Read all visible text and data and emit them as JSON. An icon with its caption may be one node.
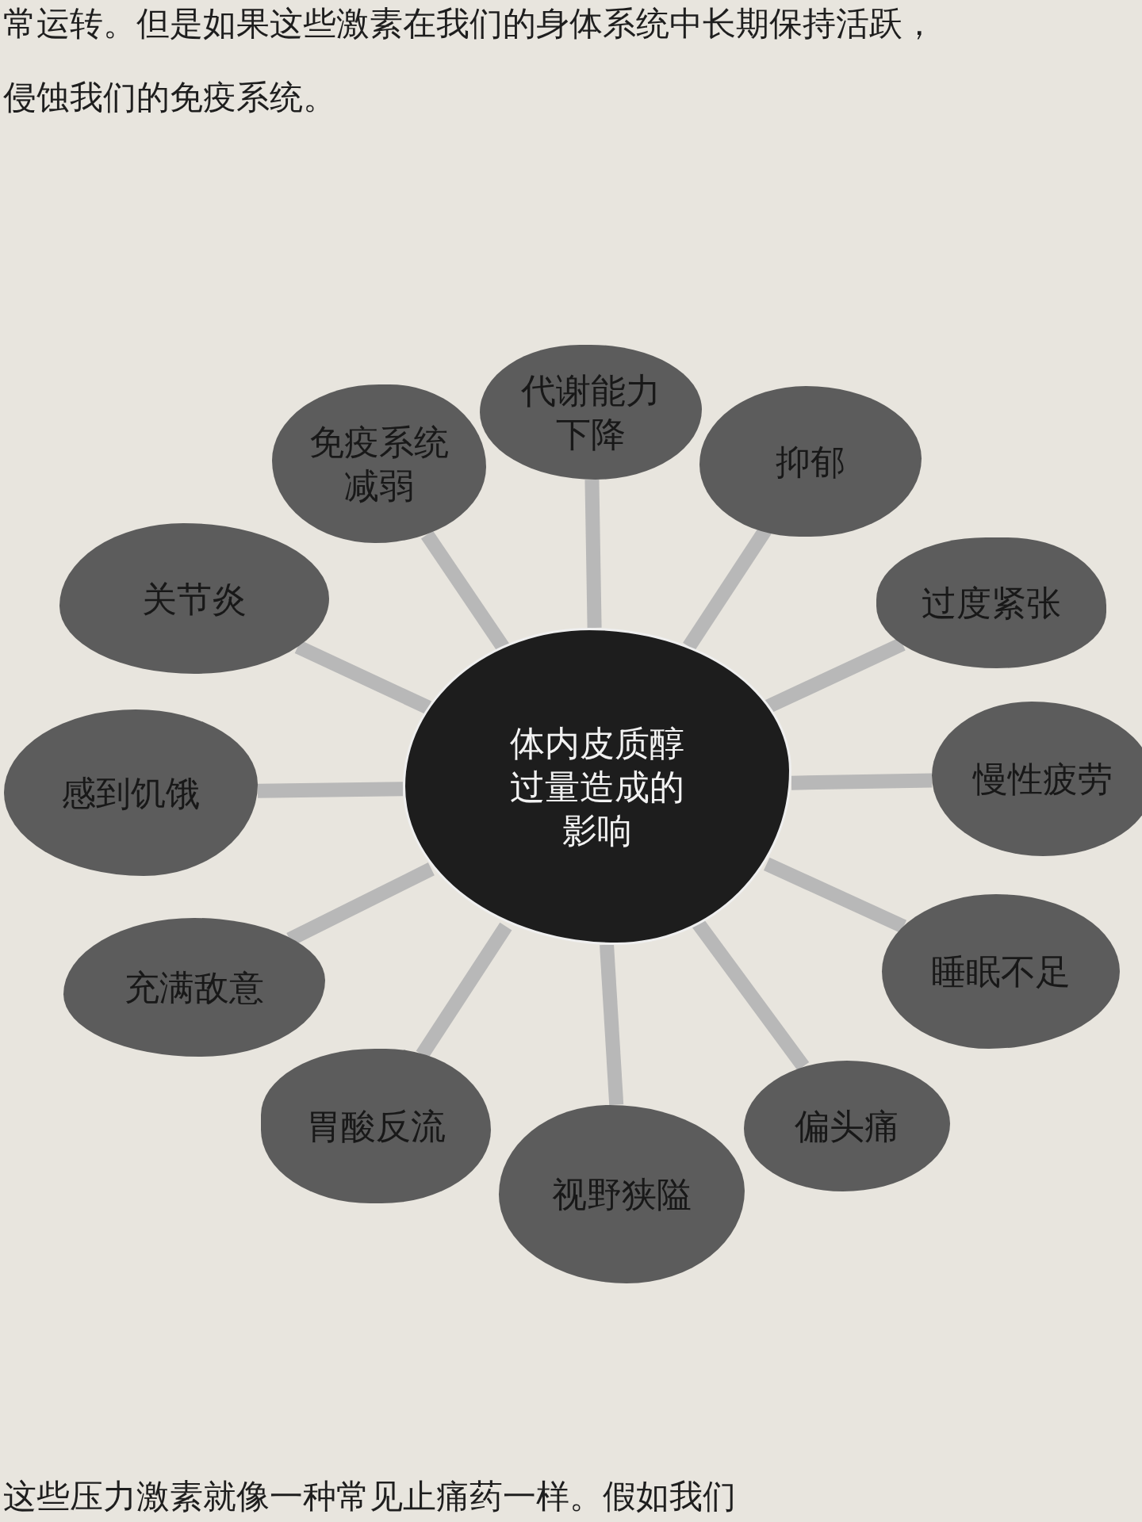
{
  "diagram": {
    "nodes": [
      {
        "text": [
          "体内皮质醇过量造成的影响"
        ]
      },
      {
        "text": [
          "代谢能力下降"
        ]
      },
      {
        "text": [
          "免疫系统减弱"
        ]
      },
      {
        "text": [
          "抑郁"
        ]
      },
      {
        "text": [
          "关节炎"
        ]
      },
      {
        "text": [
          "过度紧张"
        ]
      },
      {
        "text": [
          "感到饥饿"
        ]
      },
      {
        "text": [
          "慢性疲劳"
        ]
      },
      {
        "text": [
          "充满敌意"
        ]
      },
      {
        "text": [
          "睡眠不足"
        ]
      },
      {
        "text": [
          "胃酸反流"
        ]
      },
      {
        "text": [
          "视野狭隘"
        ]
      },
      {
        "text": [
          "偏头痛"
        ]
      }
    ],
    "edges": [
      {
        "from": 0,
        "to": 1,
        "arrow": "none"
      },
      {
        "from": 0,
        "to": 2,
        "arrow": "none"
      },
      {
        "from": 0,
        "to": 3,
        "arrow": "none"
      },
      {
        "from": 0,
        "to": 4,
        "arrow": "none"
      },
      {
        "from": 0,
        "to": 5,
        "arrow": "none"
      },
      {
        "from": 0,
        "to": 6,
        "arrow": "none"
      },
      {
        "from": 0,
        "to": 7,
        "arrow": "none"
      },
      {
        "from": 0,
        "to": 8,
        "arrow": "none"
      },
      {
        "from": 0,
        "to": 9,
        "arrow": "none"
      },
      {
        "from": 0,
        "to": 10,
        "arrow": "none"
      },
      {
        "from": 0,
        "to": 11,
        "arrow": "none"
      },
      {
        "from": 0,
        "to": 12,
        "arrow": "none"
      }
    ],
    "labels": [
      "常运转。但是如果这些激素在我们的身体系统中长期保持活跃，",
      "侵蚀我们的免疫系统。",
      "这些压力激素就像一种常见止痛药一样。假如我们"
    ]
  }
}
